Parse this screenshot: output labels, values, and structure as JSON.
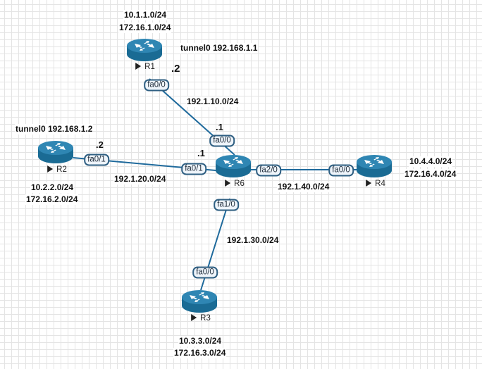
{
  "colors": {
    "link": "#1f6a9c",
    "router_body": "#1a6b94",
    "router_top": "#2f86b3",
    "pill_border": "#2f5f82",
    "grid": "#e4e4e4"
  },
  "routers": [
    {
      "id": "R1",
      "name": "R1",
      "icon": "router-icon"
    },
    {
      "id": "R2",
      "name": "R2",
      "icon": "router-icon"
    },
    {
      "id": "R3",
      "name": "R3",
      "icon": "router-icon"
    },
    {
      "id": "R4",
      "name": "R4",
      "icon": "router-icon"
    },
    {
      "id": "R6",
      "name": "R6",
      "icon": "router-icon"
    }
  ],
  "links": [
    {
      "from": "R1",
      "to": "R6",
      "subnet": "192.1.10.0/24",
      "from_if": "fa0/0",
      "to_if": "fa0/0",
      "from_host": ".2",
      "to_host": ".1"
    },
    {
      "from": "R2",
      "to": "R6",
      "subnet": "192.1.20.0/24",
      "from_if": "fa0/1",
      "to_if": "fa0/1",
      "from_host": ".2",
      "to_host": ".1"
    },
    {
      "from": "R6",
      "to": "R4",
      "subnet": "192.1.40.0/24",
      "from_if": "fa2/0",
      "to_if": "fa0/0"
    },
    {
      "from": "R6",
      "to": "R3",
      "subnet": "192.1.30.0/24",
      "from_if": "fa1/0",
      "to_if": "fa0/0"
    }
  ],
  "annotations": {
    "r1_networks": [
      "10.1.1.0/24",
      "172.16.1.0/24"
    ],
    "r1_tunnel": "tunnel0 192.168.1.1",
    "r2_tunnel": "tunnel0 192.168.1.2",
    "r2_networks": [
      "10.2.2.0/24",
      "172.16.2.0/24"
    ],
    "r3_networks": [
      "10.3.3.0/24",
      "172.16.3.0/24"
    ],
    "r4_networks": [
      "10.4.4.0/24",
      "172.16.4.0/24"
    ]
  }
}
